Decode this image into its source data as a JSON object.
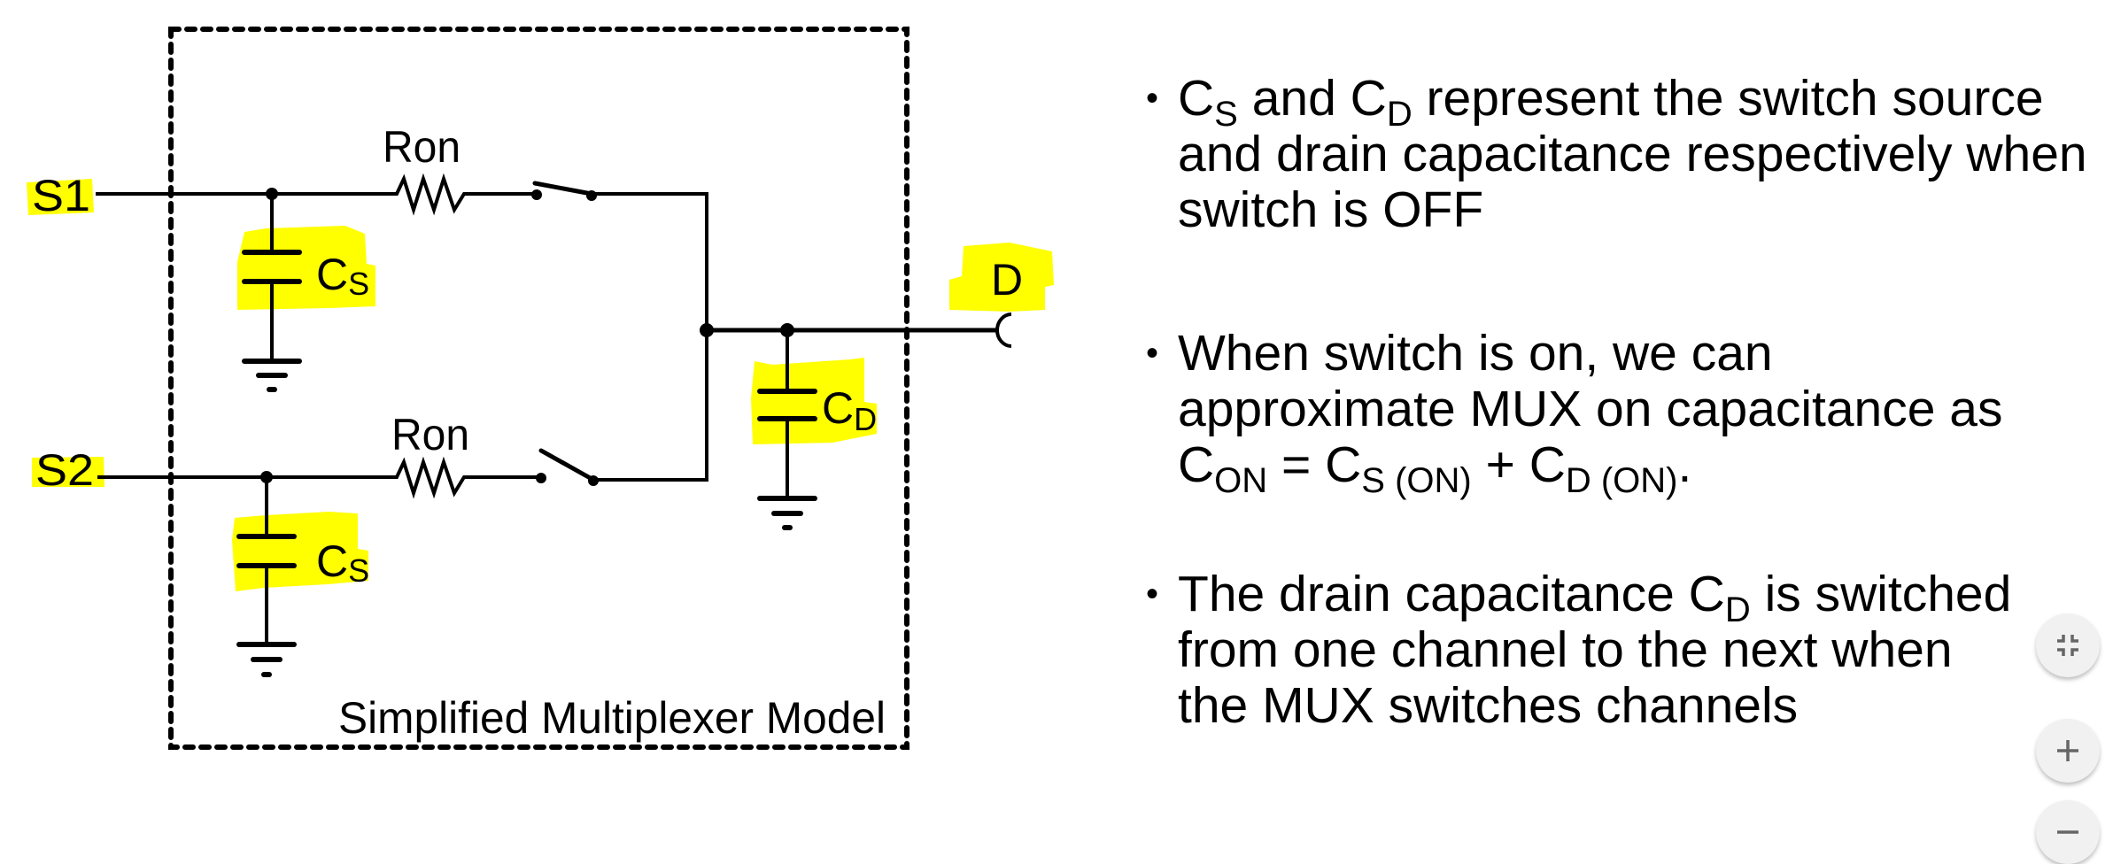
{
  "diagram": {
    "title": "Simplified Multiplexer Model",
    "inputs": [
      {
        "label": "S1",
        "resistor_label": "Ron",
        "cap_label": "C",
        "cap_sub": "S",
        "switch_state": "closed"
      },
      {
        "label": "S2",
        "resistor_label": "Ron",
        "cap_label": "C",
        "cap_sub": "S",
        "switch_state": "open"
      }
    ],
    "output": {
      "label": "D",
      "cap_label": "C",
      "cap_sub": "D"
    },
    "highlight_color": "#ffff00"
  },
  "bullets": [
    {
      "lines": [
        [
          {
            "t": "C"
          },
          {
            "sub": "S"
          },
          {
            "t": " and C"
          },
          {
            "sub": "D"
          },
          {
            "t": " represent the switch source"
          }
        ],
        [
          {
            "t": "and drain capacitance respectively when"
          }
        ],
        [
          {
            "t": "switch is OFF"
          }
        ]
      ]
    },
    {
      "lines": [
        [
          {
            "t": "When switch is on, we can"
          }
        ],
        [
          {
            "t": "approximate MUX on capacitance as"
          }
        ],
        [
          {
            "t": "C"
          },
          {
            "sub": "ON"
          },
          {
            "t": " =  C"
          },
          {
            "sub": "S (ON)"
          },
          {
            "t": " + C"
          },
          {
            "sub": "D (ON)"
          },
          {
            "t": "."
          }
        ]
      ]
    },
    {
      "lines": [
        [
          {
            "t": "The drain capacitance C"
          },
          {
            "sub": "D"
          },
          {
            "t": " is switched"
          }
        ],
        [
          {
            "t": "from one channel to the next when"
          }
        ],
        [
          {
            "t": "the MUX switches channels"
          }
        ]
      ]
    }
  ],
  "bullet_glyph": "•",
  "controls": {
    "exit_fullscreen": {
      "icon": "exit-fullscreen-icon"
    },
    "zoom_in": {
      "icon": "plus-icon"
    },
    "zoom_out": {
      "icon": "minus-icon"
    }
  }
}
